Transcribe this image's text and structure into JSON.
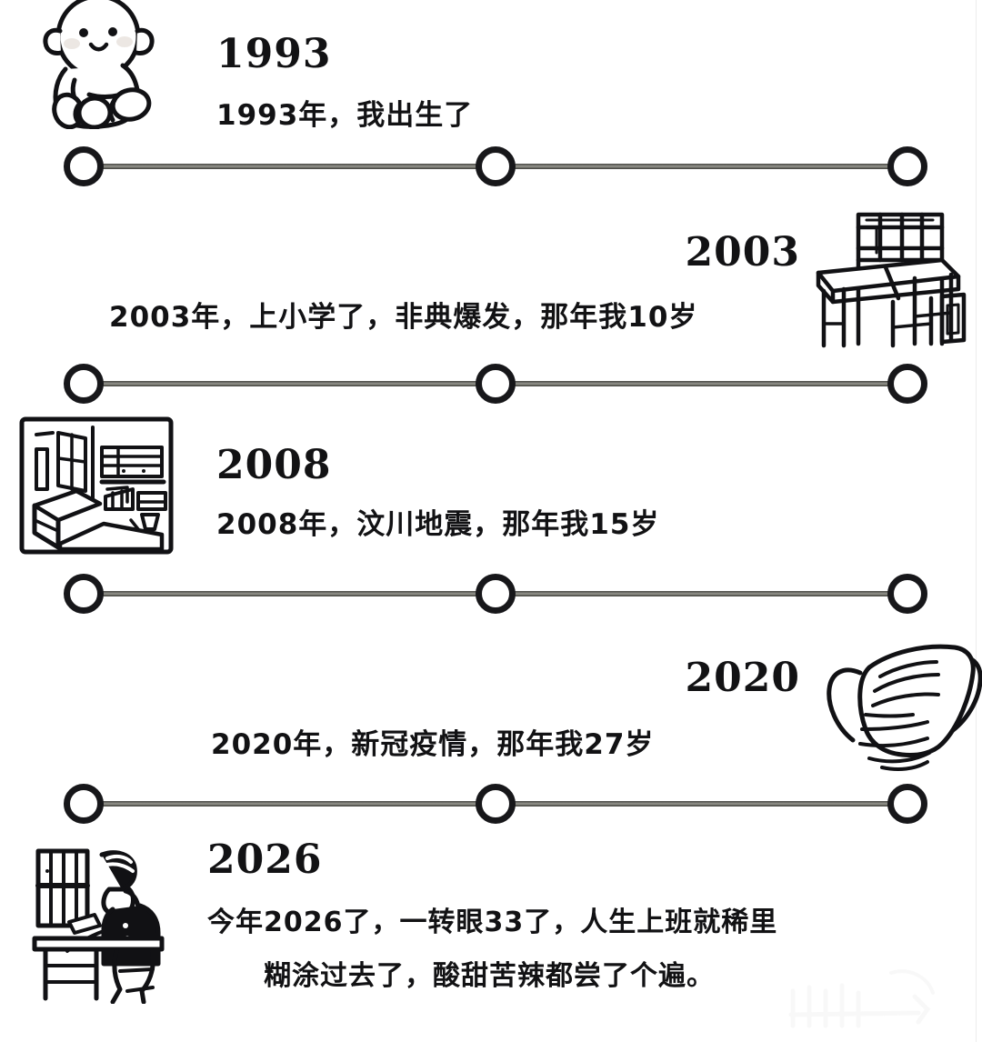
{
  "document": {
    "title": "人生时间线",
    "background_color": "#ffffff",
    "ink_color": "#121214",
    "rail_color": "#6e6e68"
  },
  "timeline": {
    "node_count_per_row": 3,
    "rows": 5,
    "entries": [
      {
        "year": "1993",
        "description": "1993年，我出生了",
        "description_line2": "",
        "icon": "baby-icon",
        "icon_side": "left",
        "text_side": "left"
      },
      {
        "year": "2003",
        "description": "2003年，上小学了，非典爆发，那年我10岁",
        "description_line2": "",
        "icon": "school-desk-icon",
        "icon_side": "right",
        "text_side": "right"
      },
      {
        "year": "2008",
        "description": "2008年，汶川地震，那年我15岁",
        "description_line2": "",
        "icon": "damaged-room-icon",
        "icon_side": "left",
        "text_side": "left"
      },
      {
        "year": "2020",
        "description": "2020年，新冠疫情，那年我27岁",
        "description_line2": "",
        "icon": "face-mask-icon",
        "icon_side": "right",
        "text_side": "right"
      },
      {
        "year": "2026",
        "description": "今年2026了，一转眼33了，人生上班就稀里",
        "description_line2": "糊涂过去了，酸甜苦辣都尝了个遍。",
        "icon": "person-at-desk-icon",
        "icon_side": "left",
        "text_side": "left"
      }
    ]
  }
}
